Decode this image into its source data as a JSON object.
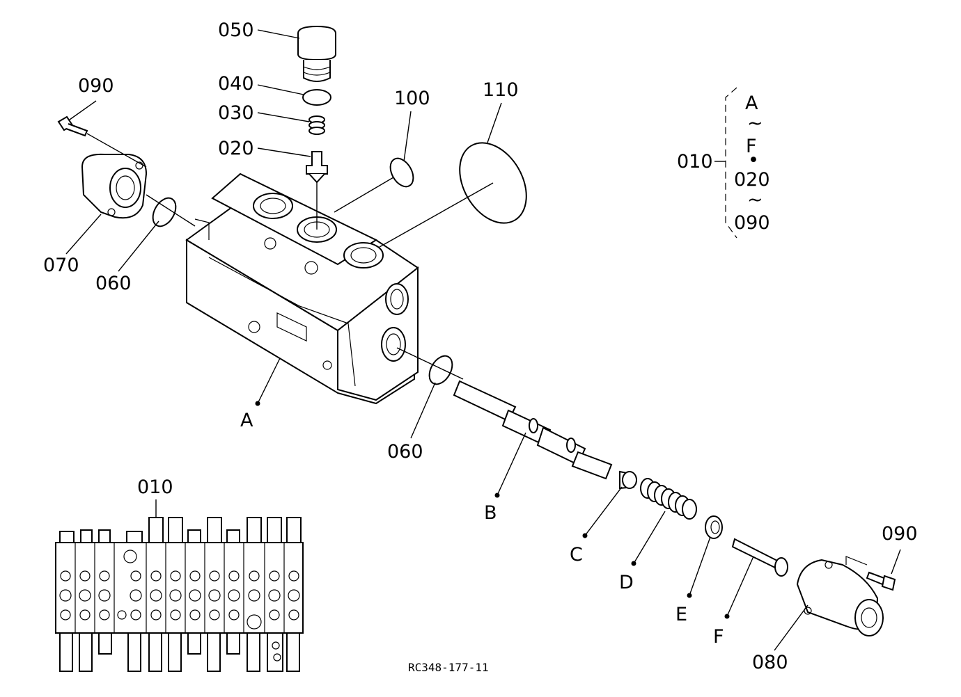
{
  "labels": {
    "p050": "050",
    "p040": "040",
    "p030": "030",
    "p020": "020",
    "p090_top": "090",
    "p070": "070",
    "p060_left": "060",
    "p100": "100",
    "p110": "110",
    "p060_mid": "060",
    "p010_bottom": "010",
    "p090_right": "090",
    "p080": "080",
    "sub_A": "A",
    "sub_B": "B",
    "sub_C": "C",
    "sub_D": "D",
    "sub_E": "E",
    "sub_F": "F"
  },
  "legend": {
    "part": "010",
    "line1": "A",
    "tilde1": "~",
    "line2": "F",
    "dot": "•",
    "line3": "020",
    "tilde2": "~",
    "line4": "090"
  },
  "drawing_code": "RC348-177-11"
}
